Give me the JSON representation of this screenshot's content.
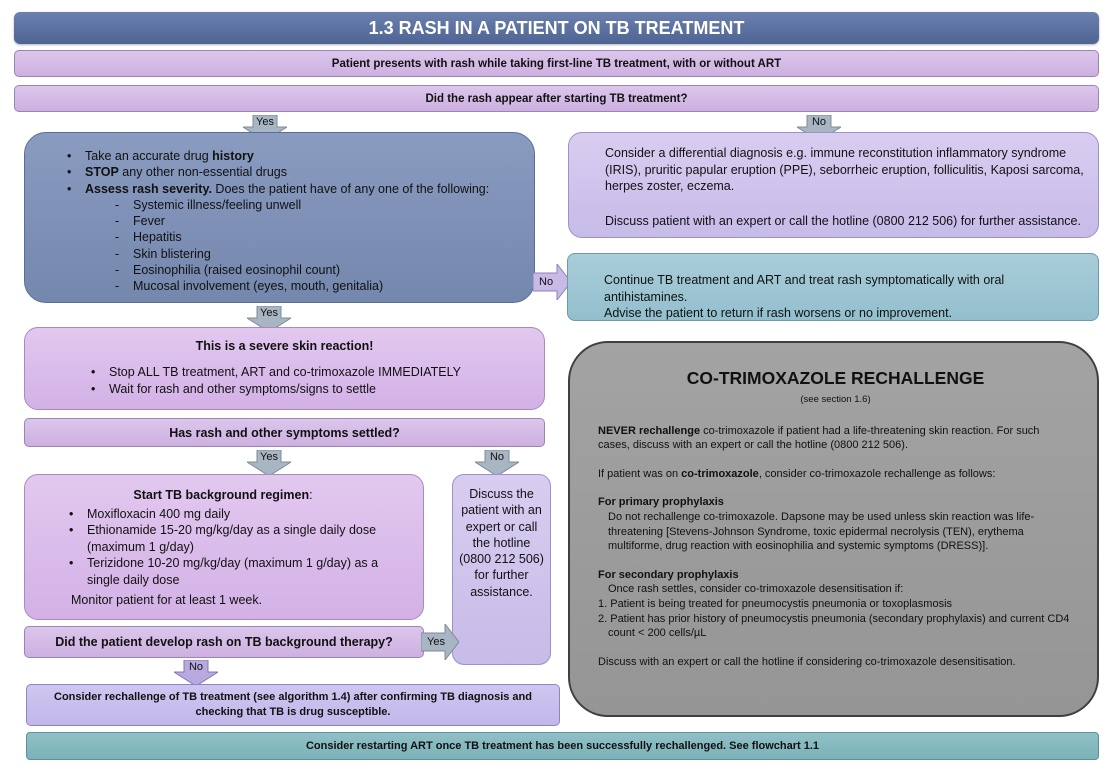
{
  "title": "1.3 RASH IN A PATIENT ON TB TREATMENT",
  "presents": "Patient presents with rash while taking first-line TB treatment, with or without ART",
  "question1": "Did the rash appear after starting TB treatment?",
  "yes": "Yes",
  "no": "No",
  "assess": {
    "history_pre": "Take an accurate drug ",
    "history_bold": "history",
    "stop_bold": "STOP",
    "stop_rest": " any other non-essential drugs",
    "severity_bold": "Assess rash severity.",
    "severity_rest": " Does the  patient have of any one of the following:",
    "criteria": [
      "Systemic illness/feeling unwell",
      "Fever",
      "Hepatitis",
      "Skin blistering",
      "Eosinophilia (raised eosinophil count)",
      "Mucosal involvement (eyes, mouth, genitalia)"
    ]
  },
  "differential": {
    "text": "Consider a differential diagnosis e.g. immune reconstitution inflammatory syndrome (IRIS), pruritic papular eruption (PPE), seborrheic eruption, folliculitis, Kaposi sarcoma, herpes zoster, eczema.",
    "discuss": "Discuss patient with an expert or call the hotline (0800 212 506) for further assistance."
  },
  "continue": {
    "line1": "Continue TB treatment and ART and treat rash symptomatically with oral antihistamines.",
    "line2": "Advise the patient to return if rash worsens or no improvement."
  },
  "severe": {
    "title": "This is a severe skin reaction!",
    "items": [
      "Stop ALL TB treatment, ART and co-trimoxazole IMMEDIATELY",
      "Wait for rash and other symptoms/signs to settle"
    ]
  },
  "question2": "Has rash and other symptoms settled?",
  "background": {
    "title": "Start TB background regimen",
    "title_suffix": ":",
    "items": [
      "Moxifloxacin 400 mg daily",
      "Ethionamide 15-20 mg/kg/day as a single daily dose (maximum 1 g/day)",
      "Terizidone 10-20 mg/kg/day (maximum 1 g/day) as a single daily dose"
    ],
    "monitor": "Monitor patient for at least 1 week."
  },
  "discuss_expert": "Discuss the patient with an expert or call the hotline (0800 212 506) for further assistance.",
  "question3": "Did the patient develop rash on TB background therapy?",
  "rechallenge": "Consider rechallenge of TB treatment (see algorithm 1.4) after confirming TB diagnosis and checking that TB is drug susceptible.",
  "restart_art": "Consider restarting ART once TB treatment has been successfully rechallenged. See flowchart 1.1",
  "ctx": {
    "title": "CO-TRIMOXAZOLE RECHALLENGE",
    "see": "(see section 1.6)",
    "never_bold": "NEVER rechallenge",
    "never_rest": " co-trimoxazole if patient had a life-threatening skin reaction.  For such cases, discuss with an expert or call the hotline (0800 212 506).",
    "if_pre": "If patient was on ",
    "if_bold": "co-trimoxazole",
    "if_rest": ", consider co-trimoxazole rechallenge as follows:",
    "primary_head": "For primary prophylaxis",
    "primary_text": "Do not rechallenge co-trimoxazole. Dapsone may be used unless skin reaction was life-threatening [Stevens-Johnson Syndrome, toxic epidermal necrolysis (TEN), erythema multiforme, drug reaction with eosinophilia and systemic symptoms (DRESS)].",
    "secondary_head": "For secondary prophylaxis",
    "secondary_intro": "Once rash settles, consider co-trimoxazole desensitisation if:",
    "secondary_items": [
      "1. Patient is being treated for pneumocystis pneumonia or toxoplasmosis",
      "2. Patient has prior history of pneumocystis pneumonia (secondary prophylaxis) and current CD4 count < 200 cells/µL"
    ],
    "discuss": "Discuss with an expert or call the hotline if considering co-trimoxazole desensitisation."
  },
  "colors": {
    "title_bar": "#5a6f9f",
    "purple_bar": "#d4baE6",
    "slate_box": "#7f91b7",
    "lavender_box": "#cfc3ec",
    "teal_box": "#9dc5d2",
    "grey_box": "#9c9c9c",
    "arrow": "#9aa9b8"
  }
}
